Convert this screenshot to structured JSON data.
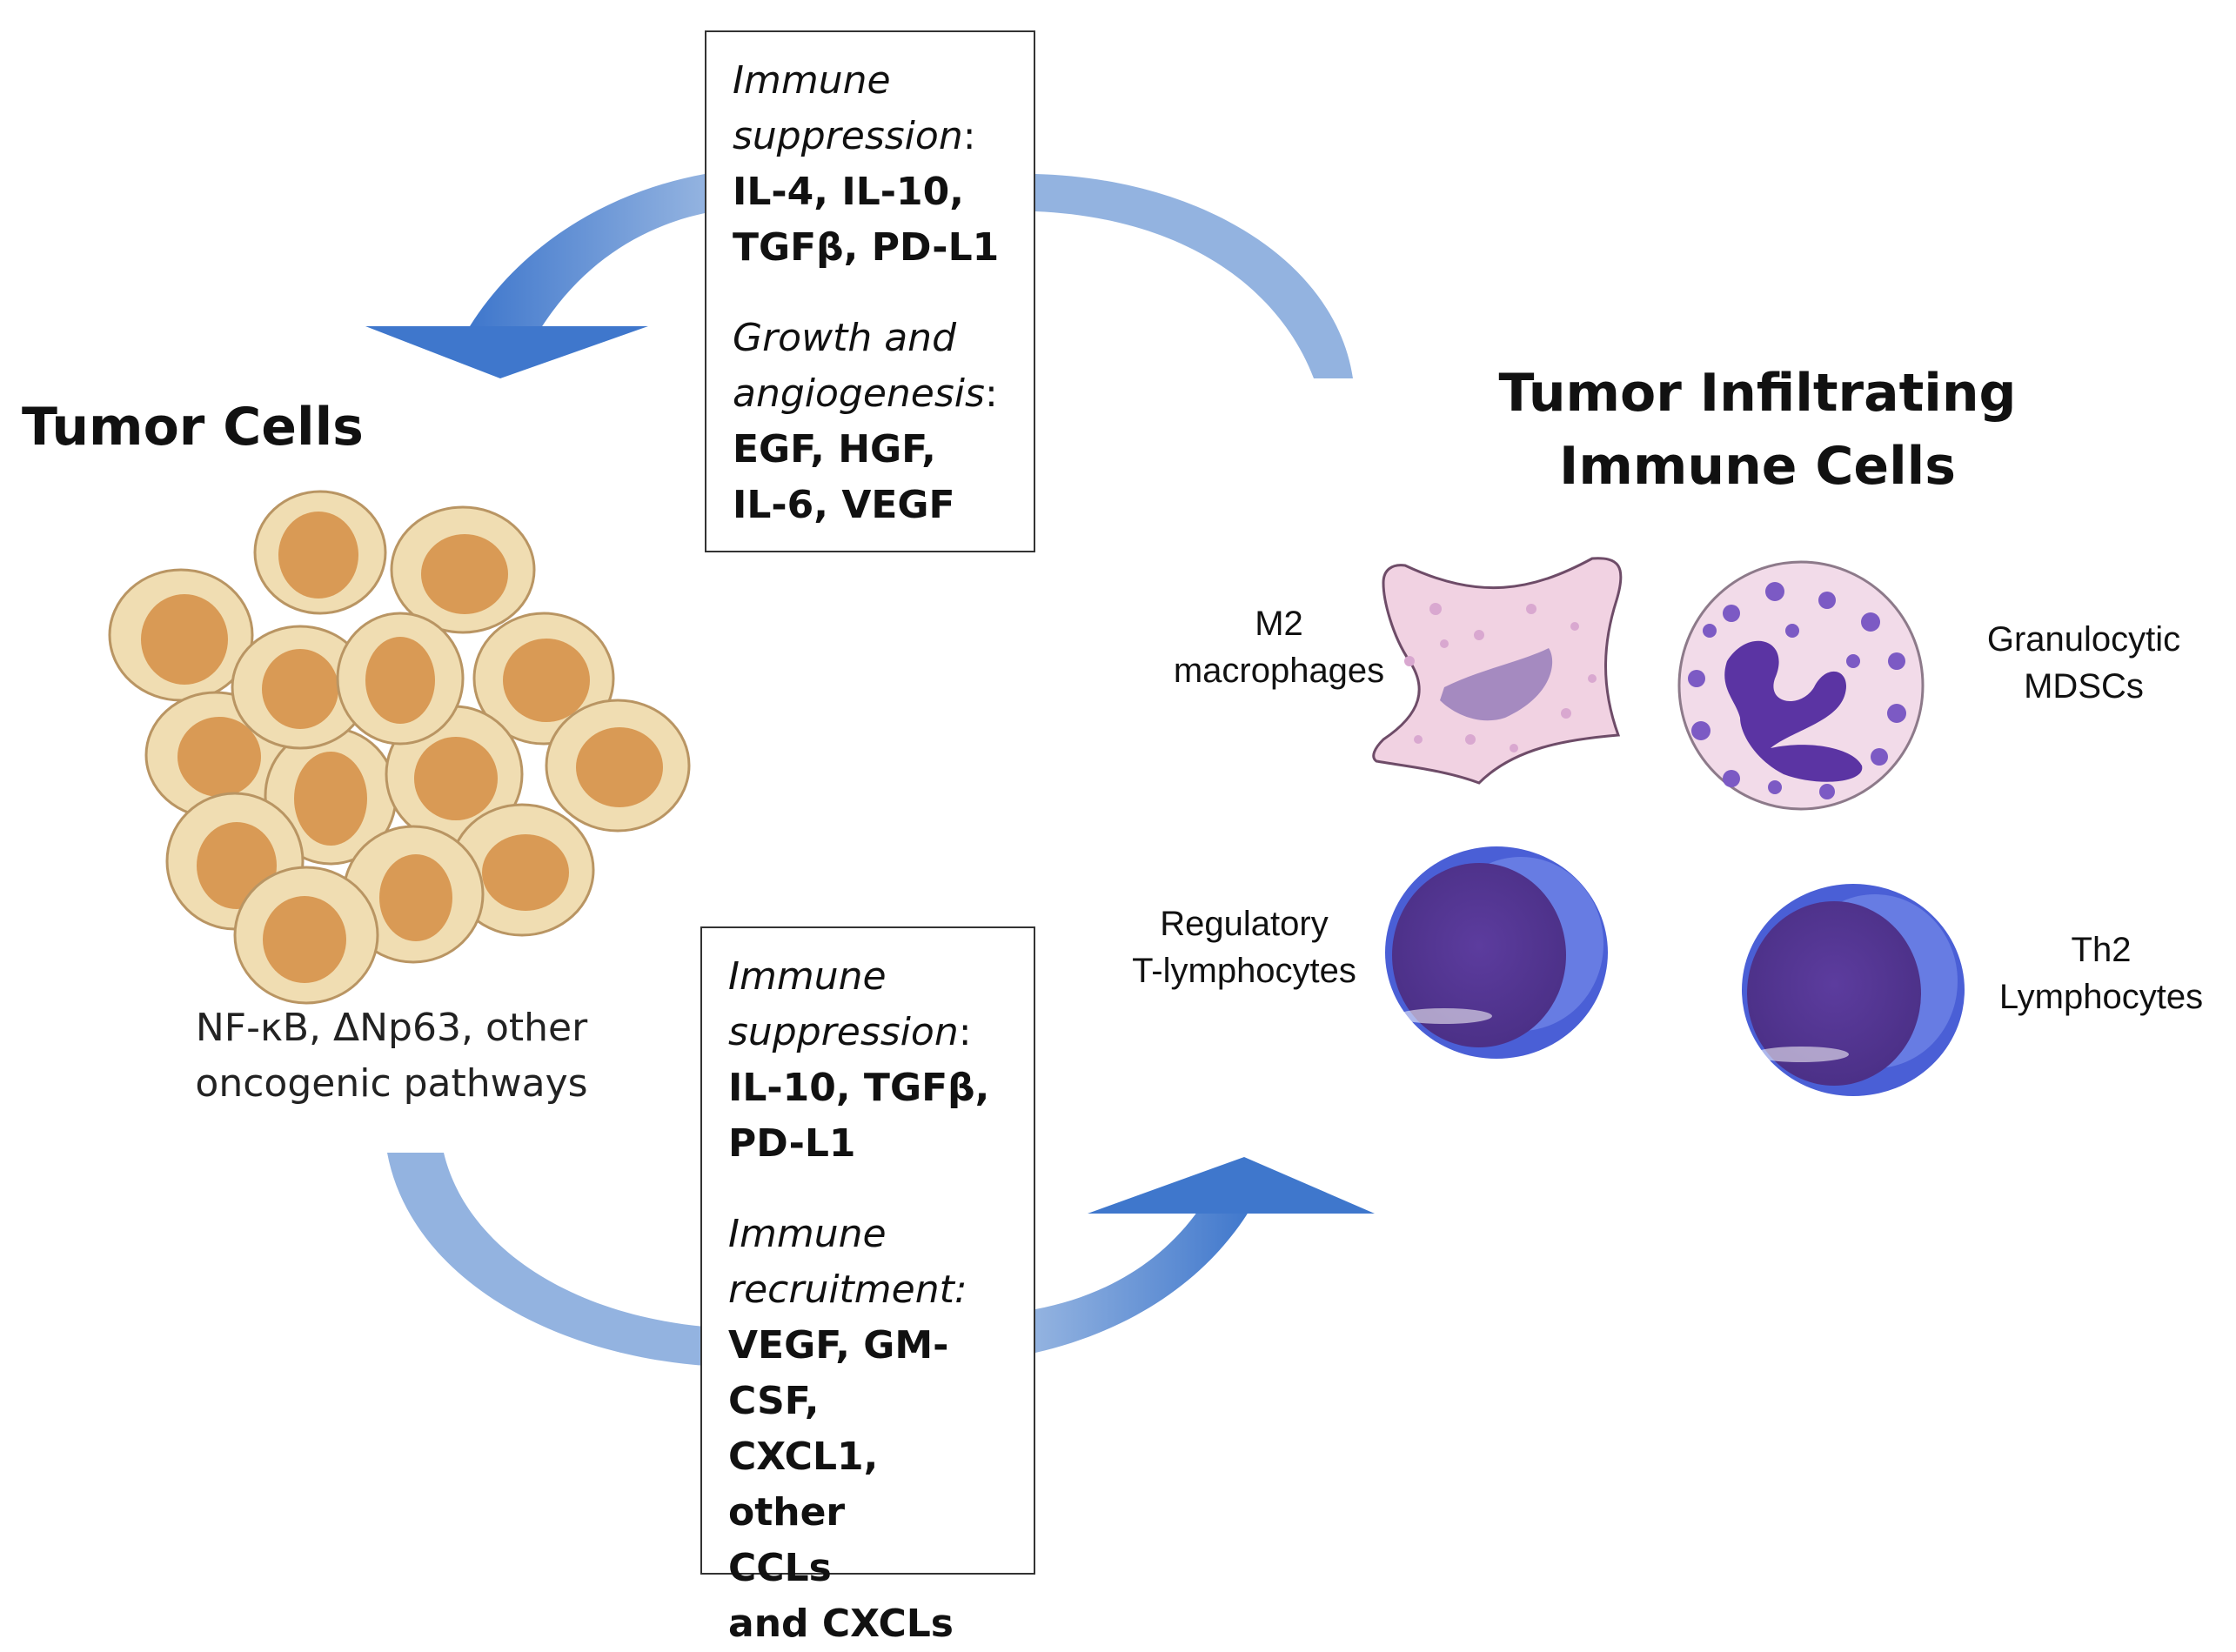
{
  "tumor_cells": {
    "title": "Tumor Cells",
    "pathways": [
      "NF-κB, ΔNp63, other",
      "oncogenic pathways"
    ]
  },
  "immune_cells": {
    "title_lines": [
      "Tumor Infiltrating",
      "Immune Cells"
    ],
    "m2": [
      "M2",
      "macrophages"
    ],
    "mdsc": [
      "Granulocytic",
      "MDSCs"
    ],
    "treg": [
      "Regulatory",
      "T-lymphocytes"
    ],
    "th2": [
      "Th2",
      "Lymphocytes"
    ]
  },
  "top_box": {
    "sec1_title_lines": [
      "Immune",
      "suppression"
    ],
    "sec1_colon": ":",
    "sec1_items": [
      "IL-4, IL-10,",
      "TGFβ, PD-L1"
    ],
    "sec2_title_lines": [
      "Growth and",
      "angiogenesis"
    ],
    "sec2_colon": ":",
    "sec2_items": [
      "EGF, HGF,",
      "IL-6, VEGF"
    ]
  },
  "bottom_box": {
    "sec1_title_lines": [
      "Immune",
      "suppression"
    ],
    "sec1_colon": ":",
    "sec1_items": [
      "IL-10, TGFβ,",
      "PD-L1"
    ],
    "sec2_title_lines": [
      "Immune",
      "recruitment:"
    ],
    "sec2_items": [
      "VEGF, GM-CSF,",
      "CXCL1, other",
      "CCLs",
      "and CXCLs"
    ]
  },
  "colors": {
    "arrow_blue": "#4a7cc9",
    "arrow_light": "#8fb0de",
    "tumor_cyto": "#f0ddb2",
    "tumor_nucleus": "#d99a55",
    "macrophage": "#f1d2e2",
    "lymph_outer": "#4c5fd8",
    "lymph_nucleus": "#5a3a98"
  }
}
